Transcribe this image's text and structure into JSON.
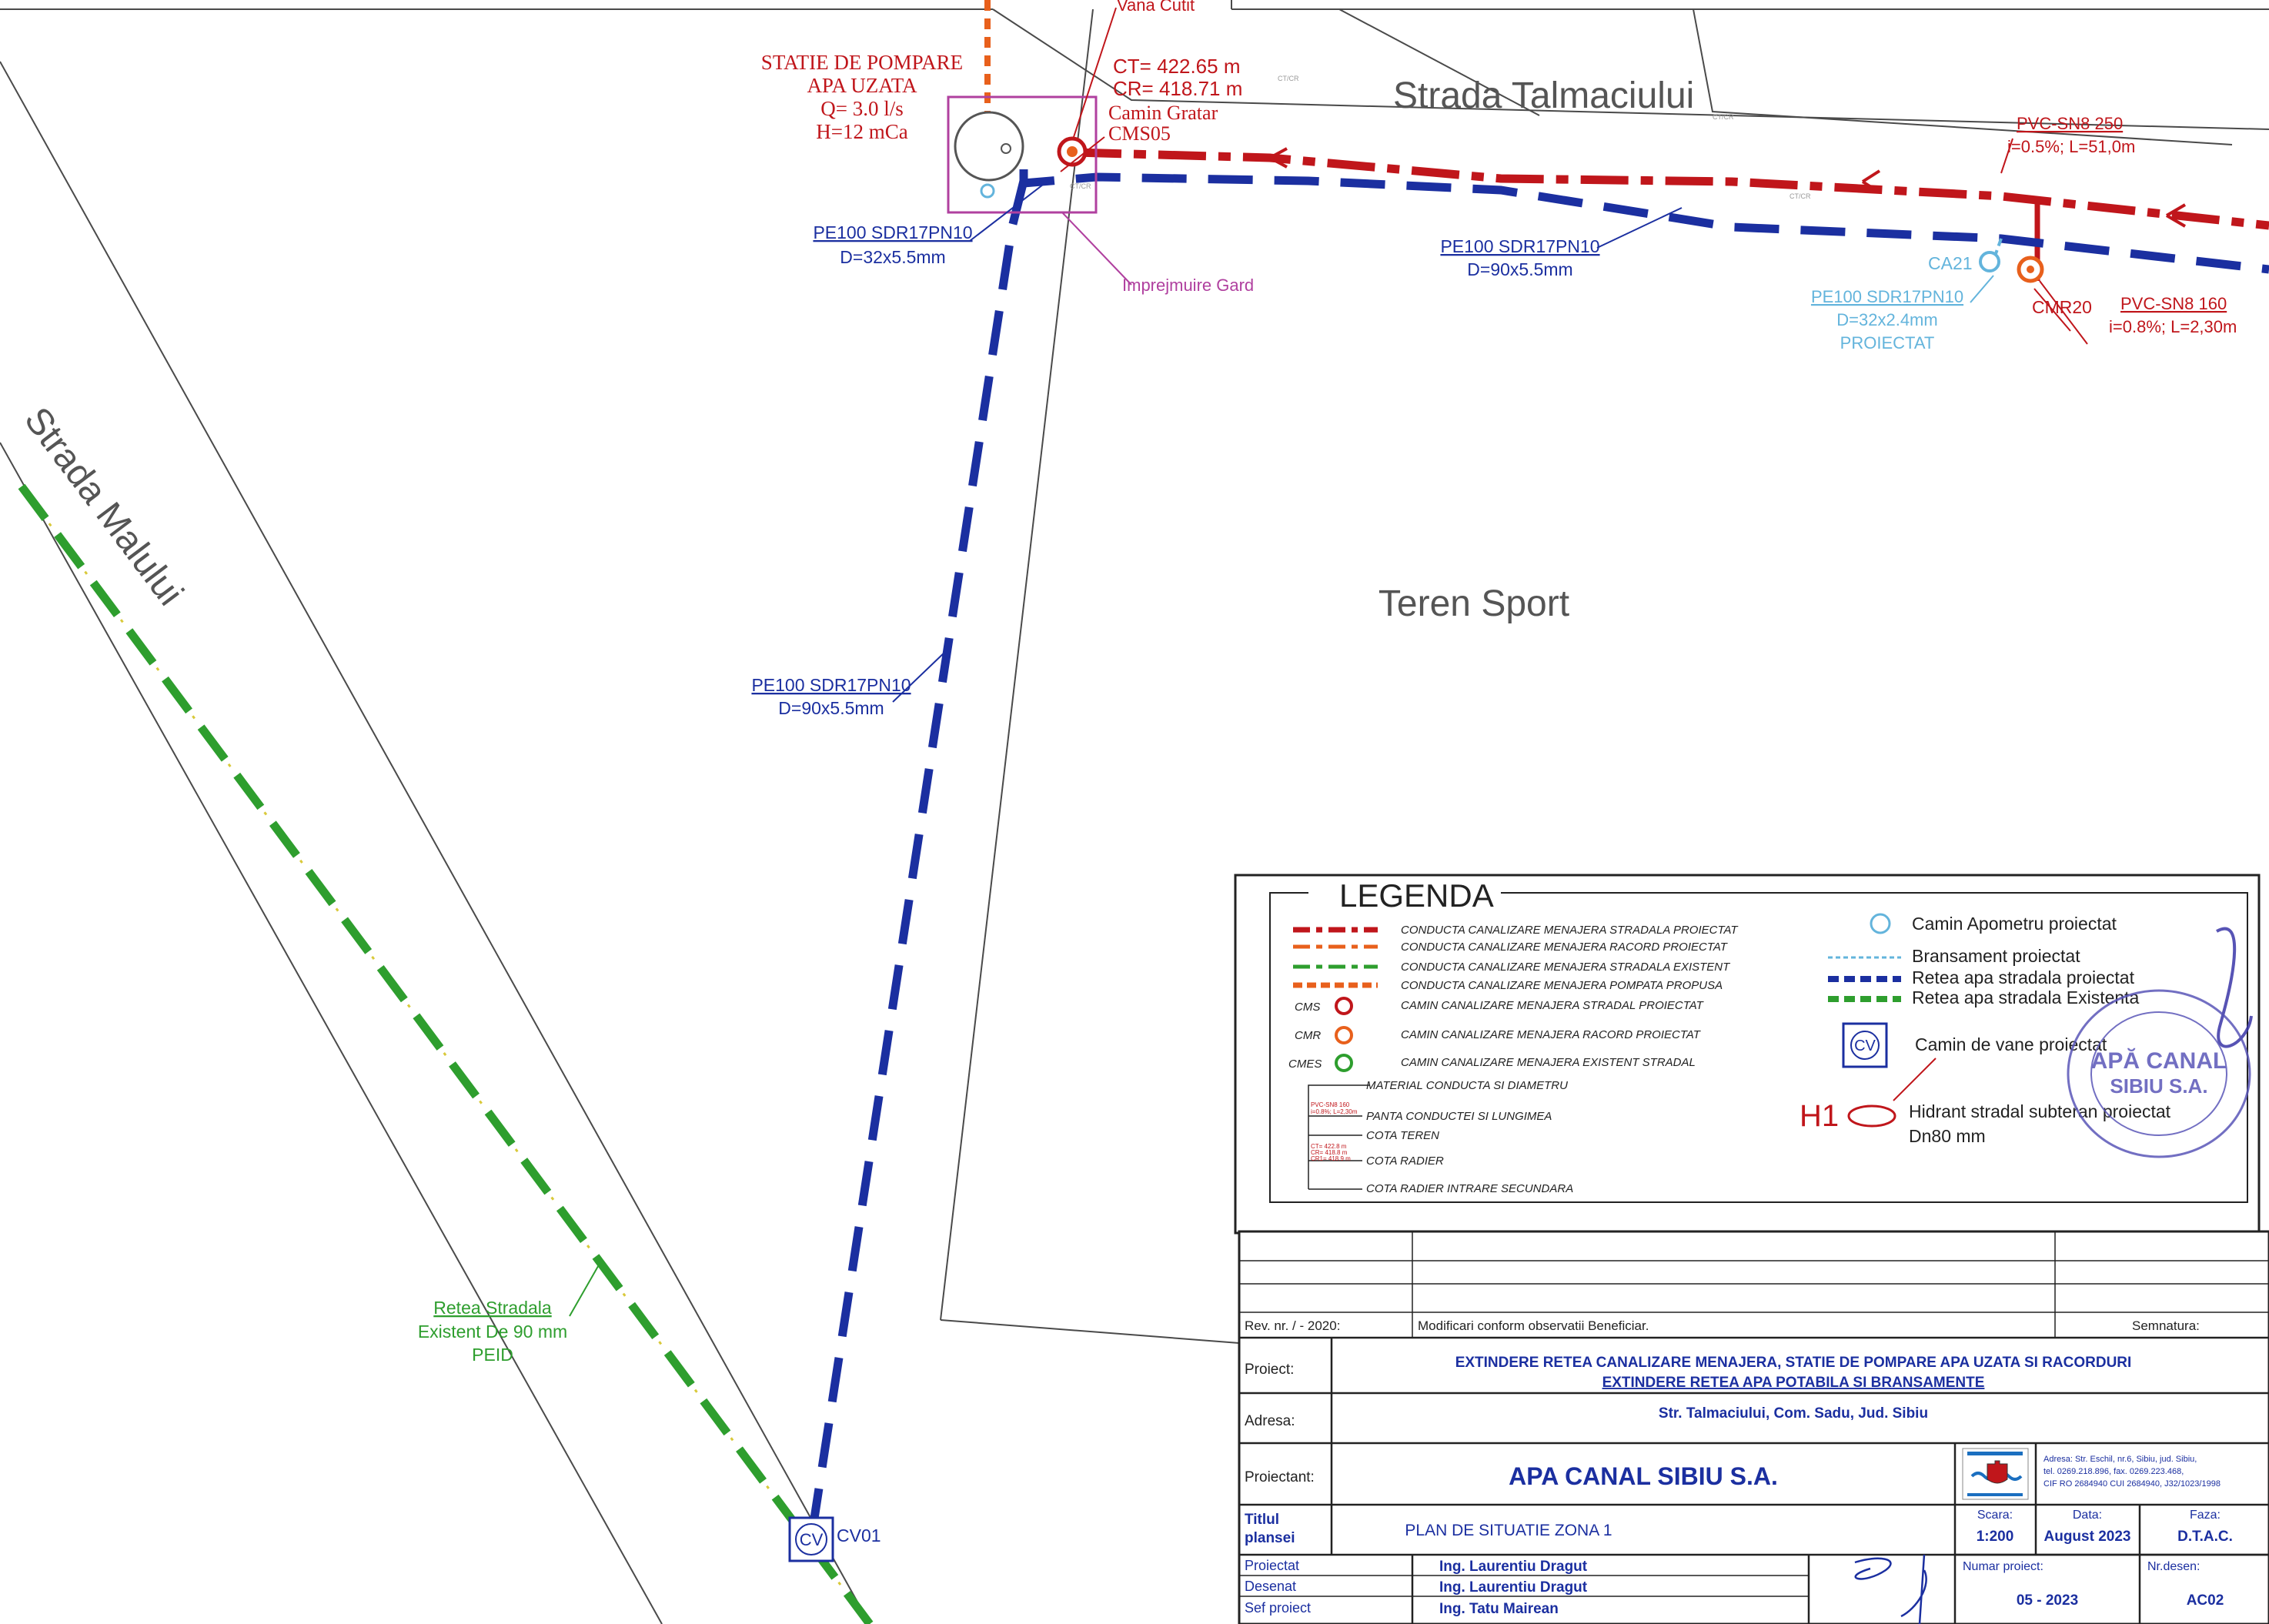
{
  "colors": {
    "sewer_red": "#c0161b",
    "pumped_orange": "#e8601c",
    "water_blue": "#1b2fa0",
    "water_light": "#63b4dc",
    "existing_green": "#2e9e2e",
    "fence_magenta": "#b0409f",
    "stamp": "#5a56b8"
  },
  "map": {
    "top_cut_label": "Vana Cutit",
    "pump_station": {
      "line1": "STATIE DE POMPARE",
      "line2": "APA UZATA",
      "line3": "Q= 3.0 l/s",
      "line4": "H=12 mCa"
    },
    "cms05": {
      "ct": "CT= 422.65 m",
      "cr": "CR= 418.71 m",
      "name1": "Camin Gratar",
      "name2": "CMS05"
    },
    "street_talmaciului": "Strada Talmaciului",
    "street_malului": "Strada Malului",
    "teren_sport": "Teren Sport",
    "pipe_pe_32": {
      "line1": "PE100 SDR17PN10",
      "line2": "D=32x5.5mm"
    },
    "pipe_pe_90_top": {
      "line1": "PE100 SDR17PN10",
      "line2": "D=90x5.5mm"
    },
    "pipe_pe_90_mid": {
      "line1": "PE100 SDR17PN10",
      "line2": "D=90x5.5mm"
    },
    "fence_label": "Imprejmuire Gard",
    "pvc_250": {
      "line1": "PVC-SN8 250",
      "line2": "i=0.5%; L=51,0m"
    },
    "pvc_160": {
      "line1": "PVC-SN8 160",
      "line2": "i=0.8%; L=2,30m"
    },
    "ca21": "CA21",
    "cmr20": "CMR20",
    "branch_proj": {
      "line1": "PE100 SDR17PN10",
      "line2": "D=32x2.4mm",
      "line3": "PROIECTAT"
    },
    "existing_network": {
      "line1": "Retea Stradala",
      "line2": "Existent De 90 mm",
      "line3": "PEID"
    },
    "cv01": "CV01",
    "cv_icon": "CV"
  },
  "legend": {
    "title": "LEGENDA",
    "left": [
      "CONDUCTA CANALIZARE MENAJERA STRADALA PROIECTAT",
      "CONDUCTA CANALIZARE MENAJERA RACORD PROIECTAT",
      "CONDUCTA CANALIZARE MENAJERA STRADALA EXISTENT",
      "CONDUCTA CANALIZARE MENAJERA POMPATA PROPUSA",
      "CAMIN CANALIZARE MENAJERA STRADAL PROIECTAT",
      "CAMIN CANALIZARE MENAJERA RACORD PROIECTAT",
      "CAMIN CANALIZARE MENAJERA EXISTENT STRADAL"
    ],
    "codes": [
      "CMS",
      "CMR",
      "CMES"
    ],
    "annot": [
      "MATERIAL CONDUCTA SI DIAMETRU",
      "PANTA CONDUCTEI SI LUNGIMEA",
      "COTA TEREN",
      "COTA RADIER",
      "COTA RADIER INTRARE SECUNDARA"
    ],
    "right": [
      "Camin Apometru proiectat",
      "Bransament proiectat",
      "Retea apa stradala proiectat",
      "Retea apa stradala Existenta",
      "Camin de vane proiectat"
    ],
    "hydrant_code": "H1",
    "hydrant_line1": "Hidrant stradal subteran proiectat",
    "hydrant_line2": "Dn80 mm",
    "stamp_line1": "APĂ CANAL",
    "stamp_line2": "SIBIU S.A."
  },
  "titleblock": {
    "rev_label": "Rev. nr.  / - 2020:",
    "rev_text": "Modificari conform observatii Beneficiar.",
    "signature_label": "Semnatura:",
    "project_label": "Proiect:",
    "project_line1": "EXTINDERE RETEA CANALIZARE MENAJERA, STATIE DE POMPARE APA UZATA SI RACORDURI",
    "project_line2": "EXTINDERE RETEA APA POTABILA SI BRANSAMENTE",
    "address_label": "Adresa:",
    "address": "Str. Talmaciului, Com. Sadu, Jud. Sibiu",
    "designer_label": "Proiectant:",
    "designer": "APA CANAL SIBIU S.A.",
    "company_addr1": "Adresa: Str. Eschil, nr.6, Sibiu, jud. Sibiu,",
    "company_addr2": "tel. 0269.218.896, fax. 0269.223.468,",
    "company_addr3": "CIF RO 2684940 CUI 2684940, J32/1023/1998",
    "sheet_title_label1": "Titlul",
    "sheet_title_label2": "plansei",
    "sheet_title": "PLAN DE SITUATIE ZONA 1",
    "scale_label": "Scara:",
    "scale": "1:200",
    "date_label": "Data:",
    "date": "August 2023",
    "phase_label": "Faza:",
    "phase": "D.T.A.C.",
    "role1": "Proiectat",
    "name1": "Ing. Laurentiu Dragut",
    "role2": "Desenat",
    "name2": "Ing. Laurentiu Dragut",
    "role3": "Sef proiect",
    "name3": "Ing. Tatu Mairean",
    "project_no_label": "Numar proiect:",
    "project_no": "05 - 2023",
    "drawing_no_label": "Nr.desen:",
    "drawing_no": "AC02"
  }
}
